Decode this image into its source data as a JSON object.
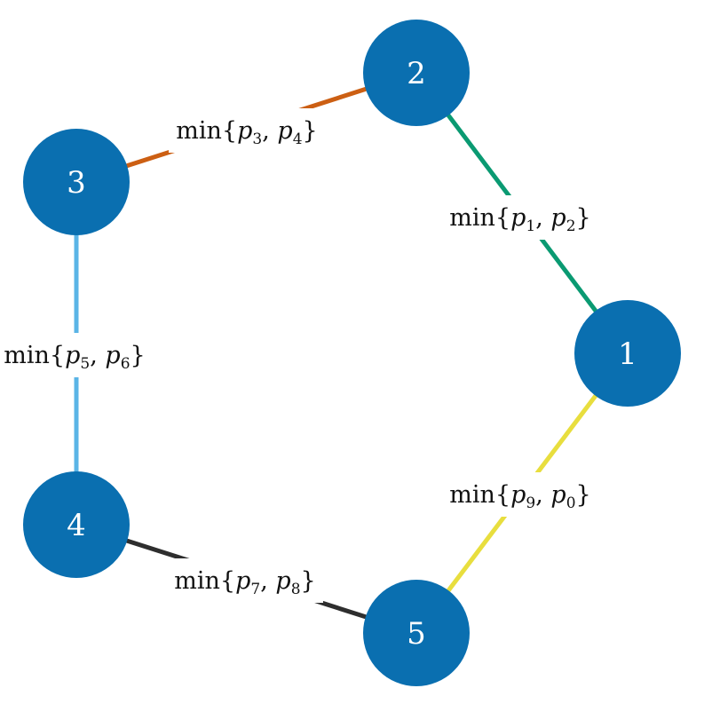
{
  "colors": {
    "node_fill": "#0a6fb0",
    "node_text": "#ffffff",
    "edge_1_2": "#0a9a72",
    "edge_2_3": "#cc5f13",
    "edge_3_4": "#5ab4e6",
    "edge_4_5": "#2e2e2e",
    "edge_5_1": "#e8de3e"
  },
  "nodes": [
    {
      "id": "1",
      "label": "1"
    },
    {
      "id": "2",
      "label": "2"
    },
    {
      "id": "3",
      "label": "3"
    },
    {
      "id": "4",
      "label": "4"
    },
    {
      "id": "5",
      "label": "5"
    }
  ],
  "edges": [
    {
      "from": "1",
      "to": "2",
      "func": "min",
      "args": [
        {
          "var": "p",
          "sub": "1"
        },
        {
          "var": "p",
          "sub": "2"
        }
      ]
    },
    {
      "from": "2",
      "to": "3",
      "func": "min",
      "args": [
        {
          "var": "p",
          "sub": "3"
        },
        {
          "var": "p",
          "sub": "4"
        }
      ]
    },
    {
      "from": "3",
      "to": "4",
      "func": "min",
      "args": [
        {
          "var": "p",
          "sub": "5"
        },
        {
          "var": "p",
          "sub": "6"
        }
      ]
    },
    {
      "from": "4",
      "to": "5",
      "func": "min",
      "args": [
        {
          "var": "p",
          "sub": "7"
        },
        {
          "var": "p",
          "sub": "8"
        }
      ]
    },
    {
      "from": "5",
      "to": "1",
      "func": "min",
      "args": [
        {
          "var": "p",
          "sub": "9"
        },
        {
          "var": "p",
          "sub": "0"
        }
      ]
    }
  ]
}
